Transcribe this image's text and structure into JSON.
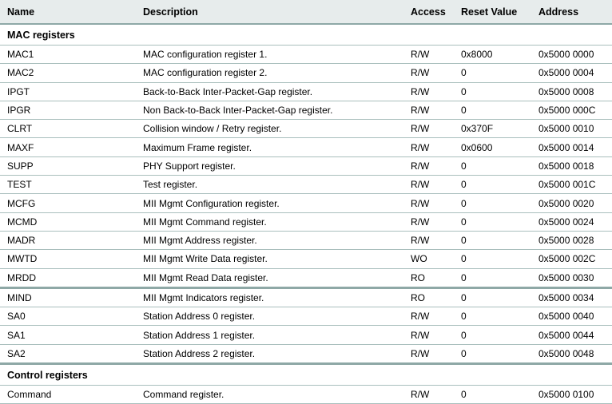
{
  "table": {
    "columns": [
      {
        "key": "name",
        "label": "Name"
      },
      {
        "key": "desc",
        "label": "Description"
      },
      {
        "key": "access",
        "label": "Access"
      },
      {
        "key": "reset",
        "label": "Reset Value"
      },
      {
        "key": "address",
        "label": "Address"
      }
    ],
    "rows": [
      {
        "type": "section",
        "label": "MAC registers"
      },
      {
        "type": "data",
        "name": "MAC1",
        "desc": "MAC configuration register 1.",
        "access": "R/W",
        "reset": "0x8000",
        "address": "0x5000 0000"
      },
      {
        "type": "data",
        "name": "MAC2",
        "desc": "MAC configuration register 2.",
        "access": "R/W",
        "reset": "0",
        "address": "0x5000 0004"
      },
      {
        "type": "data",
        "name": "IPGT",
        "desc": "Back-to-Back Inter-Packet-Gap register.",
        "access": "R/W",
        "reset": "0",
        "address": "0x5000 0008"
      },
      {
        "type": "data",
        "name": "IPGR",
        "desc": "Non Back-to-Back Inter-Packet-Gap register.",
        "access": "R/W",
        "reset": "0",
        "address": "0x5000 000C"
      },
      {
        "type": "data",
        "name": "CLRT",
        "desc": "Collision window / Retry register.",
        "access": "R/W",
        "reset": "0x370F",
        "address": "0x5000 0010"
      },
      {
        "type": "data",
        "name": "MAXF",
        "desc": "Maximum Frame register.",
        "access": "R/W",
        "reset": "0x0600",
        "address": "0x5000 0014"
      },
      {
        "type": "data",
        "name": "SUPP",
        "desc": "PHY Support register.",
        "access": "R/W",
        "reset": "0",
        "address": "0x5000 0018"
      },
      {
        "type": "data",
        "name": "TEST",
        "desc": "Test register.",
        "access": "R/W",
        "reset": "0",
        "address": "0x5000 001C"
      },
      {
        "type": "data",
        "name": "MCFG",
        "desc": "MII Mgmt Configuration register.",
        "access": "R/W",
        "reset": "0",
        "address": "0x5000 0020"
      },
      {
        "type": "data",
        "name": "MCMD",
        "desc": "MII Mgmt Command register.",
        "access": "R/W",
        "reset": "0",
        "address": "0x5000 0024"
      },
      {
        "type": "data",
        "name": "MADR",
        "desc": "MII Mgmt Address register.",
        "access": "R/W",
        "reset": "0",
        "address": "0x5000 0028"
      },
      {
        "type": "data",
        "name": "MWTD",
        "desc": "MII Mgmt Write Data register.",
        "access": "WO",
        "reset": "0",
        "address": "0x5000 002C"
      },
      {
        "type": "data",
        "name": "MRDD",
        "desc": "MII Mgmt Read Data register.",
        "access": "RO",
        "reset": "0",
        "address": "0x5000 0030",
        "divider": "thick"
      },
      {
        "type": "data",
        "name": "MIND",
        "desc": "MII Mgmt Indicators register.",
        "access": "RO",
        "reset": "0",
        "address": "0x5000 0034"
      },
      {
        "type": "data",
        "name": "SA0",
        "desc": "Station Address 0 register.",
        "access": "R/W",
        "reset": "0",
        "address": "0x5000 0040"
      },
      {
        "type": "data",
        "name": "SA1",
        "desc": "Station Address 1 register.",
        "access": "R/W",
        "reset": "0",
        "address": "0x5000 0044"
      },
      {
        "type": "data",
        "name": "SA2",
        "desc": "Station Address 2 register.",
        "access": "R/W",
        "reset": "0",
        "address": "0x5000 0048",
        "divider": "thick"
      },
      {
        "type": "section",
        "label": "Control registers"
      },
      {
        "type": "data",
        "name": "Command",
        "desc": "Command register.",
        "access": "R/W",
        "reset": "0",
        "address": "0x5000 0100"
      }
    ]
  }
}
